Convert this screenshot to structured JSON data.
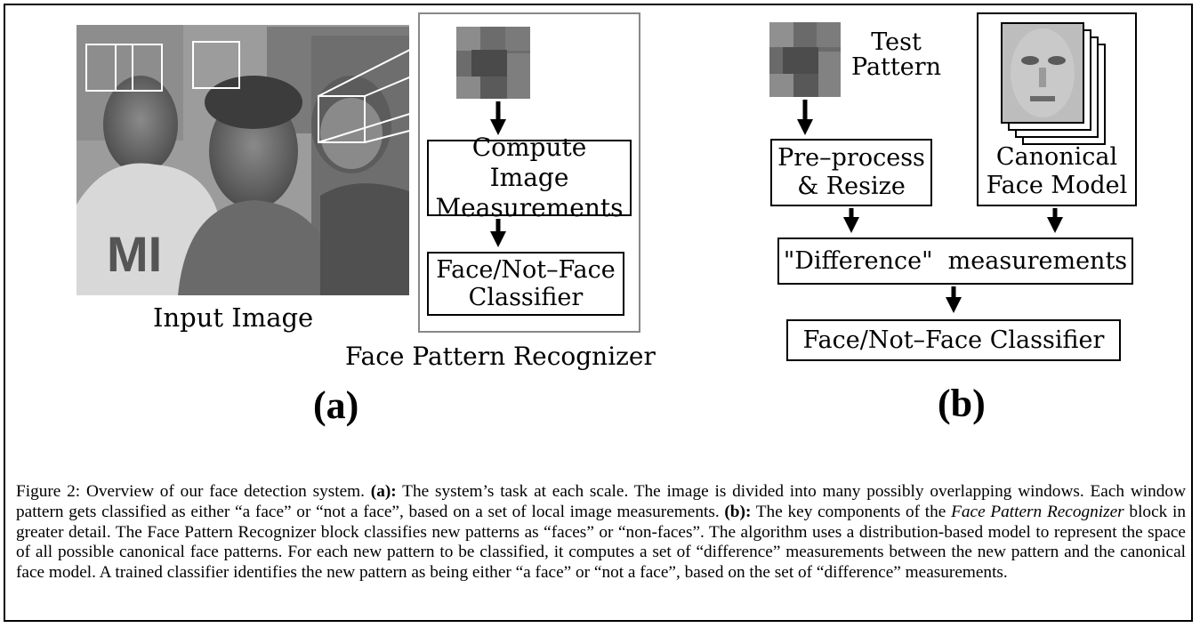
{
  "panel_a": {
    "input_image_label": "Input Image",
    "recognizer_caption": "Face Pattern Recognizer",
    "compute_box": "Compute Image\nMeasurements",
    "classifier_box": "Face/Not–Face\nClassifier",
    "panel_label": "(a)"
  },
  "panel_b": {
    "test_pattern_label": "Test\nPattern",
    "preprocess_box": "Pre–process\n& Resize",
    "canonical_box": "Canonical\nFace Model",
    "difference_box": "\"Difference\"  measurements",
    "classifier_box": "Face/Not–Face Classifier",
    "panel_label": "(b)"
  },
  "caption": {
    "figure_label": "Figure 2:",
    "t1": " Overview of our face detection system. ",
    "a_label": "(a):",
    "t2": "  The system’s task at each scale. The image is divided into many possibly overlapping windows. Each window pattern gets classified as either “a face” or “not a face”, based on a set of local image measurements. ",
    "b_label": "(b):",
    "t3": "  The key components of the ",
    "italic_term": "Face Pattern Recognizer",
    "t4": " block in greater detail. The Face Pattern Recognizer block classifies new patterns as “faces” or “non-faces”. The algorithm uses a distribution-based model to represent the space of all possible canonical face patterns. For each new pattern to be classified, it computes a set of “difference” measurements between the new pattern and the canonical face model. A trained classifier identifies the new pattern as being either “a face” or “not a face”, based on the set of “difference” measurements."
  }
}
